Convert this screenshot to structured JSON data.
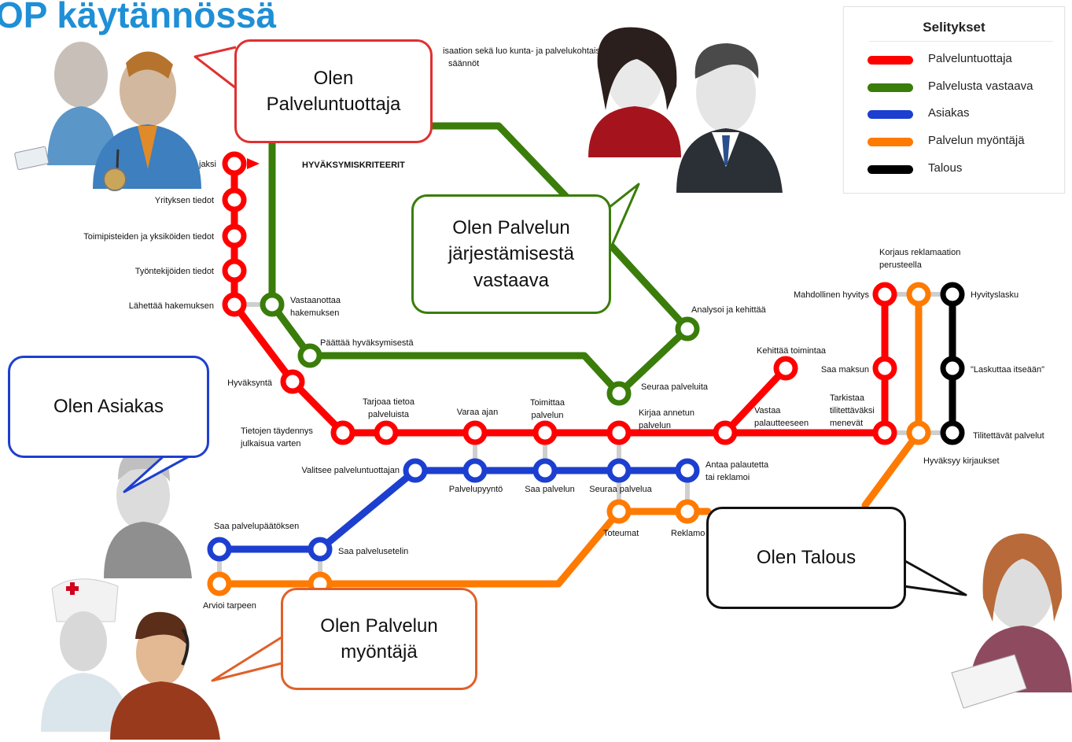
{
  "page_title": "OP käytännössä",
  "legend": {
    "title": "Selitykset",
    "items": [
      {
        "label": "Palveluntuottaja",
        "color": "#ff0000"
      },
      {
        "label": "Palvelusta vastaava",
        "color": "#3a7d0a"
      },
      {
        "label": "Asiakas",
        "color": "#1d3fd0"
      },
      {
        "label": "Palvelun myöntäjä",
        "color": "#ff7a00"
      },
      {
        "label": "Talous",
        "color": "#000000"
      }
    ]
  },
  "bubbles": {
    "tuottaja": {
      "line1": "Olen",
      "line2": "Palveluntuottaja",
      "color": "#e03030"
    },
    "vastaava": {
      "line1": "Olen Palvelun",
      "line2": "järjestämisestä",
      "line3": "vastaava",
      "color": "#3a7d0a"
    },
    "asiakas": {
      "text": "Olen Asiakas",
      "color": "#1d3fd0"
    },
    "talous": {
      "text": "Olen Talous",
      "color": "#111111"
    },
    "myontaja": {
      "line1": "Olen Palvelun",
      "line2": "myöntäjä",
      "color": "#e0602a"
    }
  },
  "map_labels": {
    "top_note_1": "isaation sekä luo kunta- ja palvelukohtais",
    "top_note_2": "säännöt",
    "jaksi": "jaksi",
    "hyvaksymiskriteerit": "HYVÄKSYMISKRITEERIT",
    "yrityksen": "Yrityksen tiedot",
    "toimipisteiden": "Toimipisteiden ja yksiköiden tiedot",
    "tyontekijoiden": "Työntekijöiden tiedot",
    "lahettaa": "Lähettää hakemuksen",
    "vastaanottaa_1": "Vastaanottaa",
    "vastaanottaa_2": "hakemuksen",
    "paattaa": "Päättää hyväksymisestä",
    "hyvaksynta": "Hyväksyntä",
    "tietojen_1": "Tietojen täydennys",
    "tietojen_2": "julkaisua varten",
    "tarjoaa_1": "Tarjoaa tietoa",
    "tarjoaa_2": "palveluista",
    "varaa": "Varaa ajan",
    "toimittaa_1": "Toimittaa",
    "toimittaa_2": "palvelun",
    "seuraa_palveluita": "Seuraa palveluita",
    "kirjaa_1": "Kirjaa annetun",
    "kirjaa_2": "palvelun",
    "analysoi": "Analysoi ja kehittää",
    "kehittaa": "Kehittää toimintaa",
    "vastaa_1": "Vastaa",
    "vastaa_2": "palautteeseen",
    "tarkistaa_1": "Tarkistaa",
    "tarkistaa_2": "tilitettäväksi",
    "tarkistaa_3": "menevät",
    "saa_maksun": "Saa maksun",
    "mahdollinen": "Mahdollinen hyvitys",
    "korjaus_1": "Korjaus reklamaation",
    "korjaus_2": "perusteella",
    "hyvityslasku": "Hyvityslasku",
    "laskuttaa": "\"Laskuttaa itseään\"",
    "tilitettavat": "Tilitettävät palvelut",
    "hyvaksyy": "Hyväksyy kirjaukset",
    "valitsee": "Valitsee palveluntuottajan",
    "palvelupyynto": "Palvelupyyntö",
    "saa_palvelun": "Saa palvelun",
    "seuraa_palvelua": "Seuraa palvelua",
    "antaa_1": "Antaa palautetta",
    "antaa_2": "tai reklamoi",
    "toteumat": "Toteumat",
    "reklamo": "Reklamo",
    "saa_paatoksen": "Saa palvelupäätöksen",
    "saa_seteli": "Saa palvelusetelin",
    "arvioi": "Arvioi tarpeen"
  }
}
